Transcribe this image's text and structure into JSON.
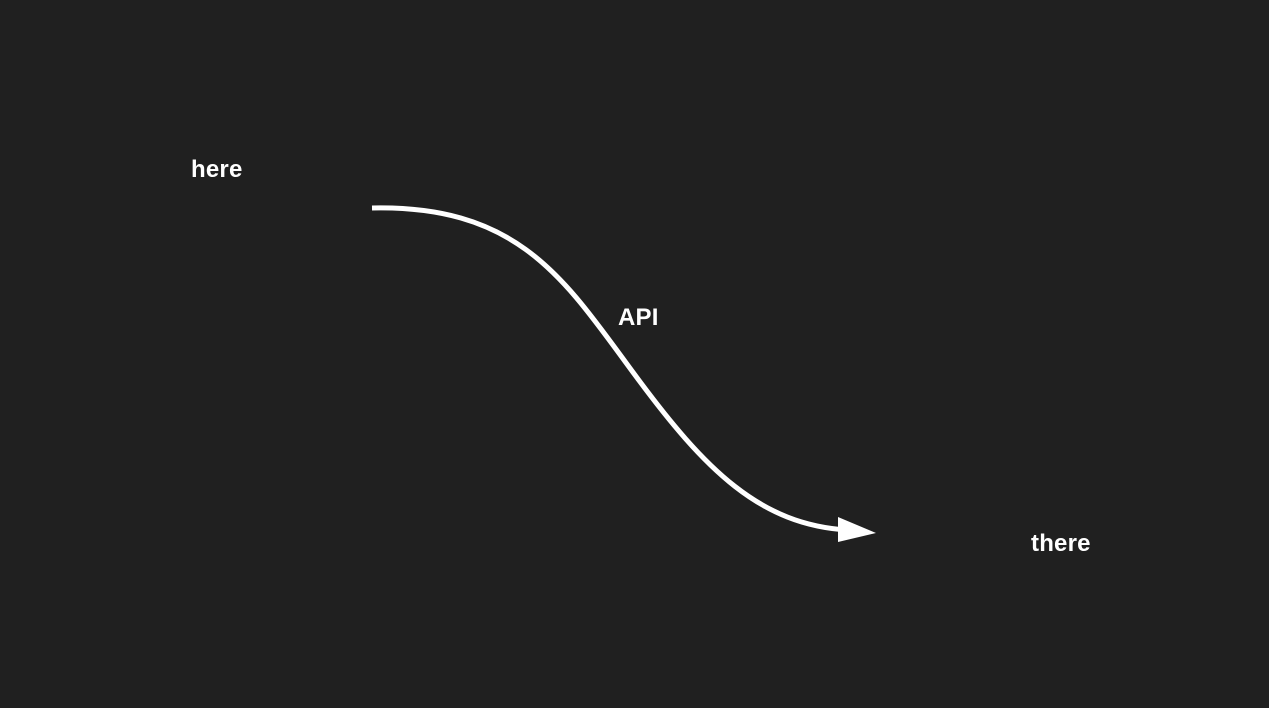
{
  "nodes": {
    "source": "here",
    "target": "there"
  },
  "edge": {
    "label": "API"
  },
  "colors": {
    "background": "#202020",
    "foreground": "#ffffff"
  }
}
